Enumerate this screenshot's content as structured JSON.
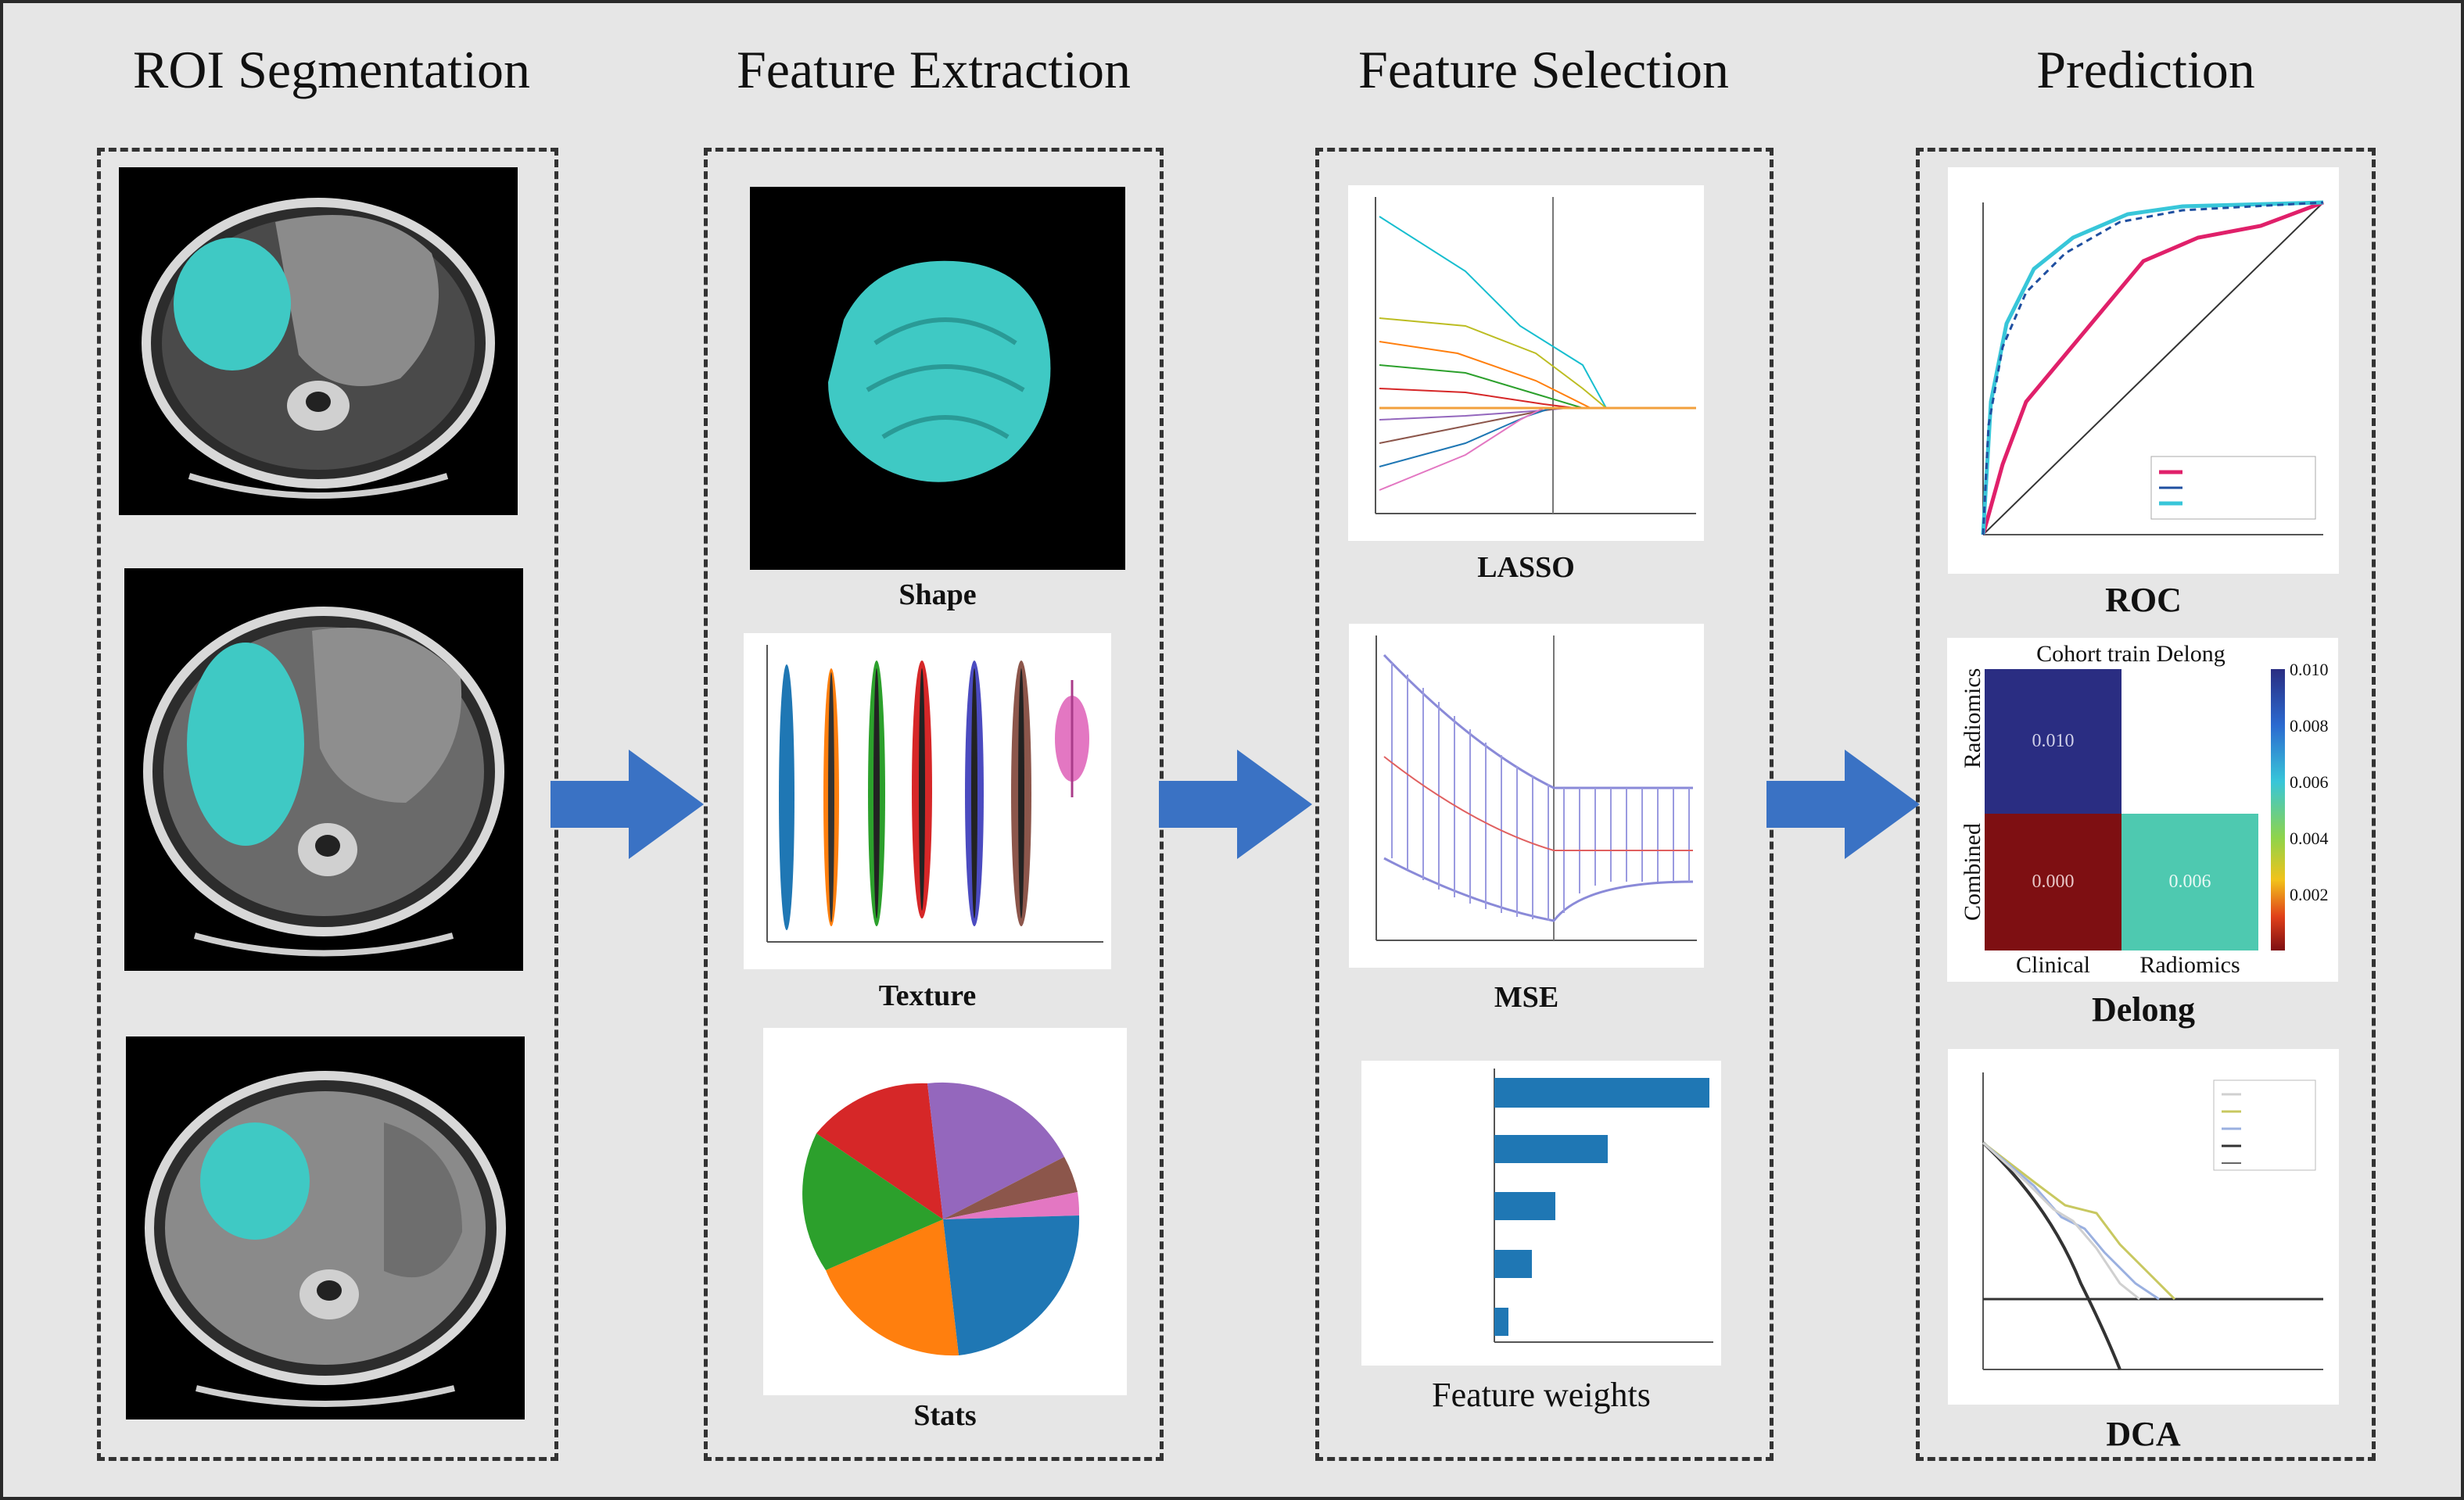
{
  "stages": [
    {
      "title": "ROI Segmentation"
    },
    {
      "title": "Feature Extraction"
    },
    {
      "title": "Feature Selection"
    },
    {
      "title": "Prediction"
    }
  ],
  "extraction": {
    "shape_caption": "Shape",
    "texture_caption": "Texture",
    "stats_caption": "Stats"
  },
  "selection": {
    "lasso_caption": "LASSO",
    "mse_caption": "MSE",
    "weights_caption": "Feature weights"
  },
  "prediction": {
    "roc_caption": "ROC",
    "delong_caption": "Delong",
    "dca_caption": "DCA",
    "delong_title": "Cohort train Delong",
    "delong_row_labels": [
      "Radiomics",
      "Combined"
    ],
    "delong_col_labels": [
      "Clinical",
      "Radiomics"
    ],
    "delong_cells": [
      "0.010",
      "0.000",
      "0.006"
    ],
    "delong_colorbar_ticks": [
      "0.010",
      "0.008",
      "0.006",
      "0.004",
      "0.002"
    ]
  },
  "colors": {
    "arrow": "#3a72c4",
    "roi": "#3fc9c4",
    "bar": "#1f77b4"
  }
}
